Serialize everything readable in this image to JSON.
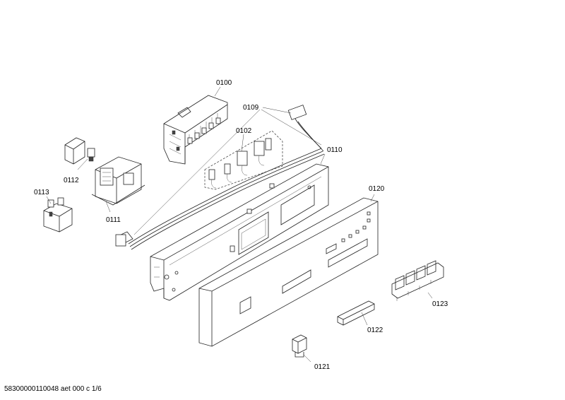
{
  "parts": [
    {
      "id": "p0100",
      "label": "0100"
    },
    {
      "id": "p0109",
      "label": "0109"
    },
    {
      "id": "p0102",
      "label": "0102"
    },
    {
      "id": "p0110",
      "label": "0110"
    },
    {
      "id": "p0112",
      "label": "0112"
    },
    {
      "id": "p0113",
      "label": "0113"
    },
    {
      "id": "p0111",
      "label": "0111"
    },
    {
      "id": "p0120",
      "label": "0120"
    },
    {
      "id": "p0123",
      "label": "0123"
    },
    {
      "id": "p0122",
      "label": "0122"
    },
    {
      "id": "p0121",
      "label": "0121"
    }
  ],
  "footer": {
    "document_code": "58300000110048 aet 000 c 1/6"
  }
}
